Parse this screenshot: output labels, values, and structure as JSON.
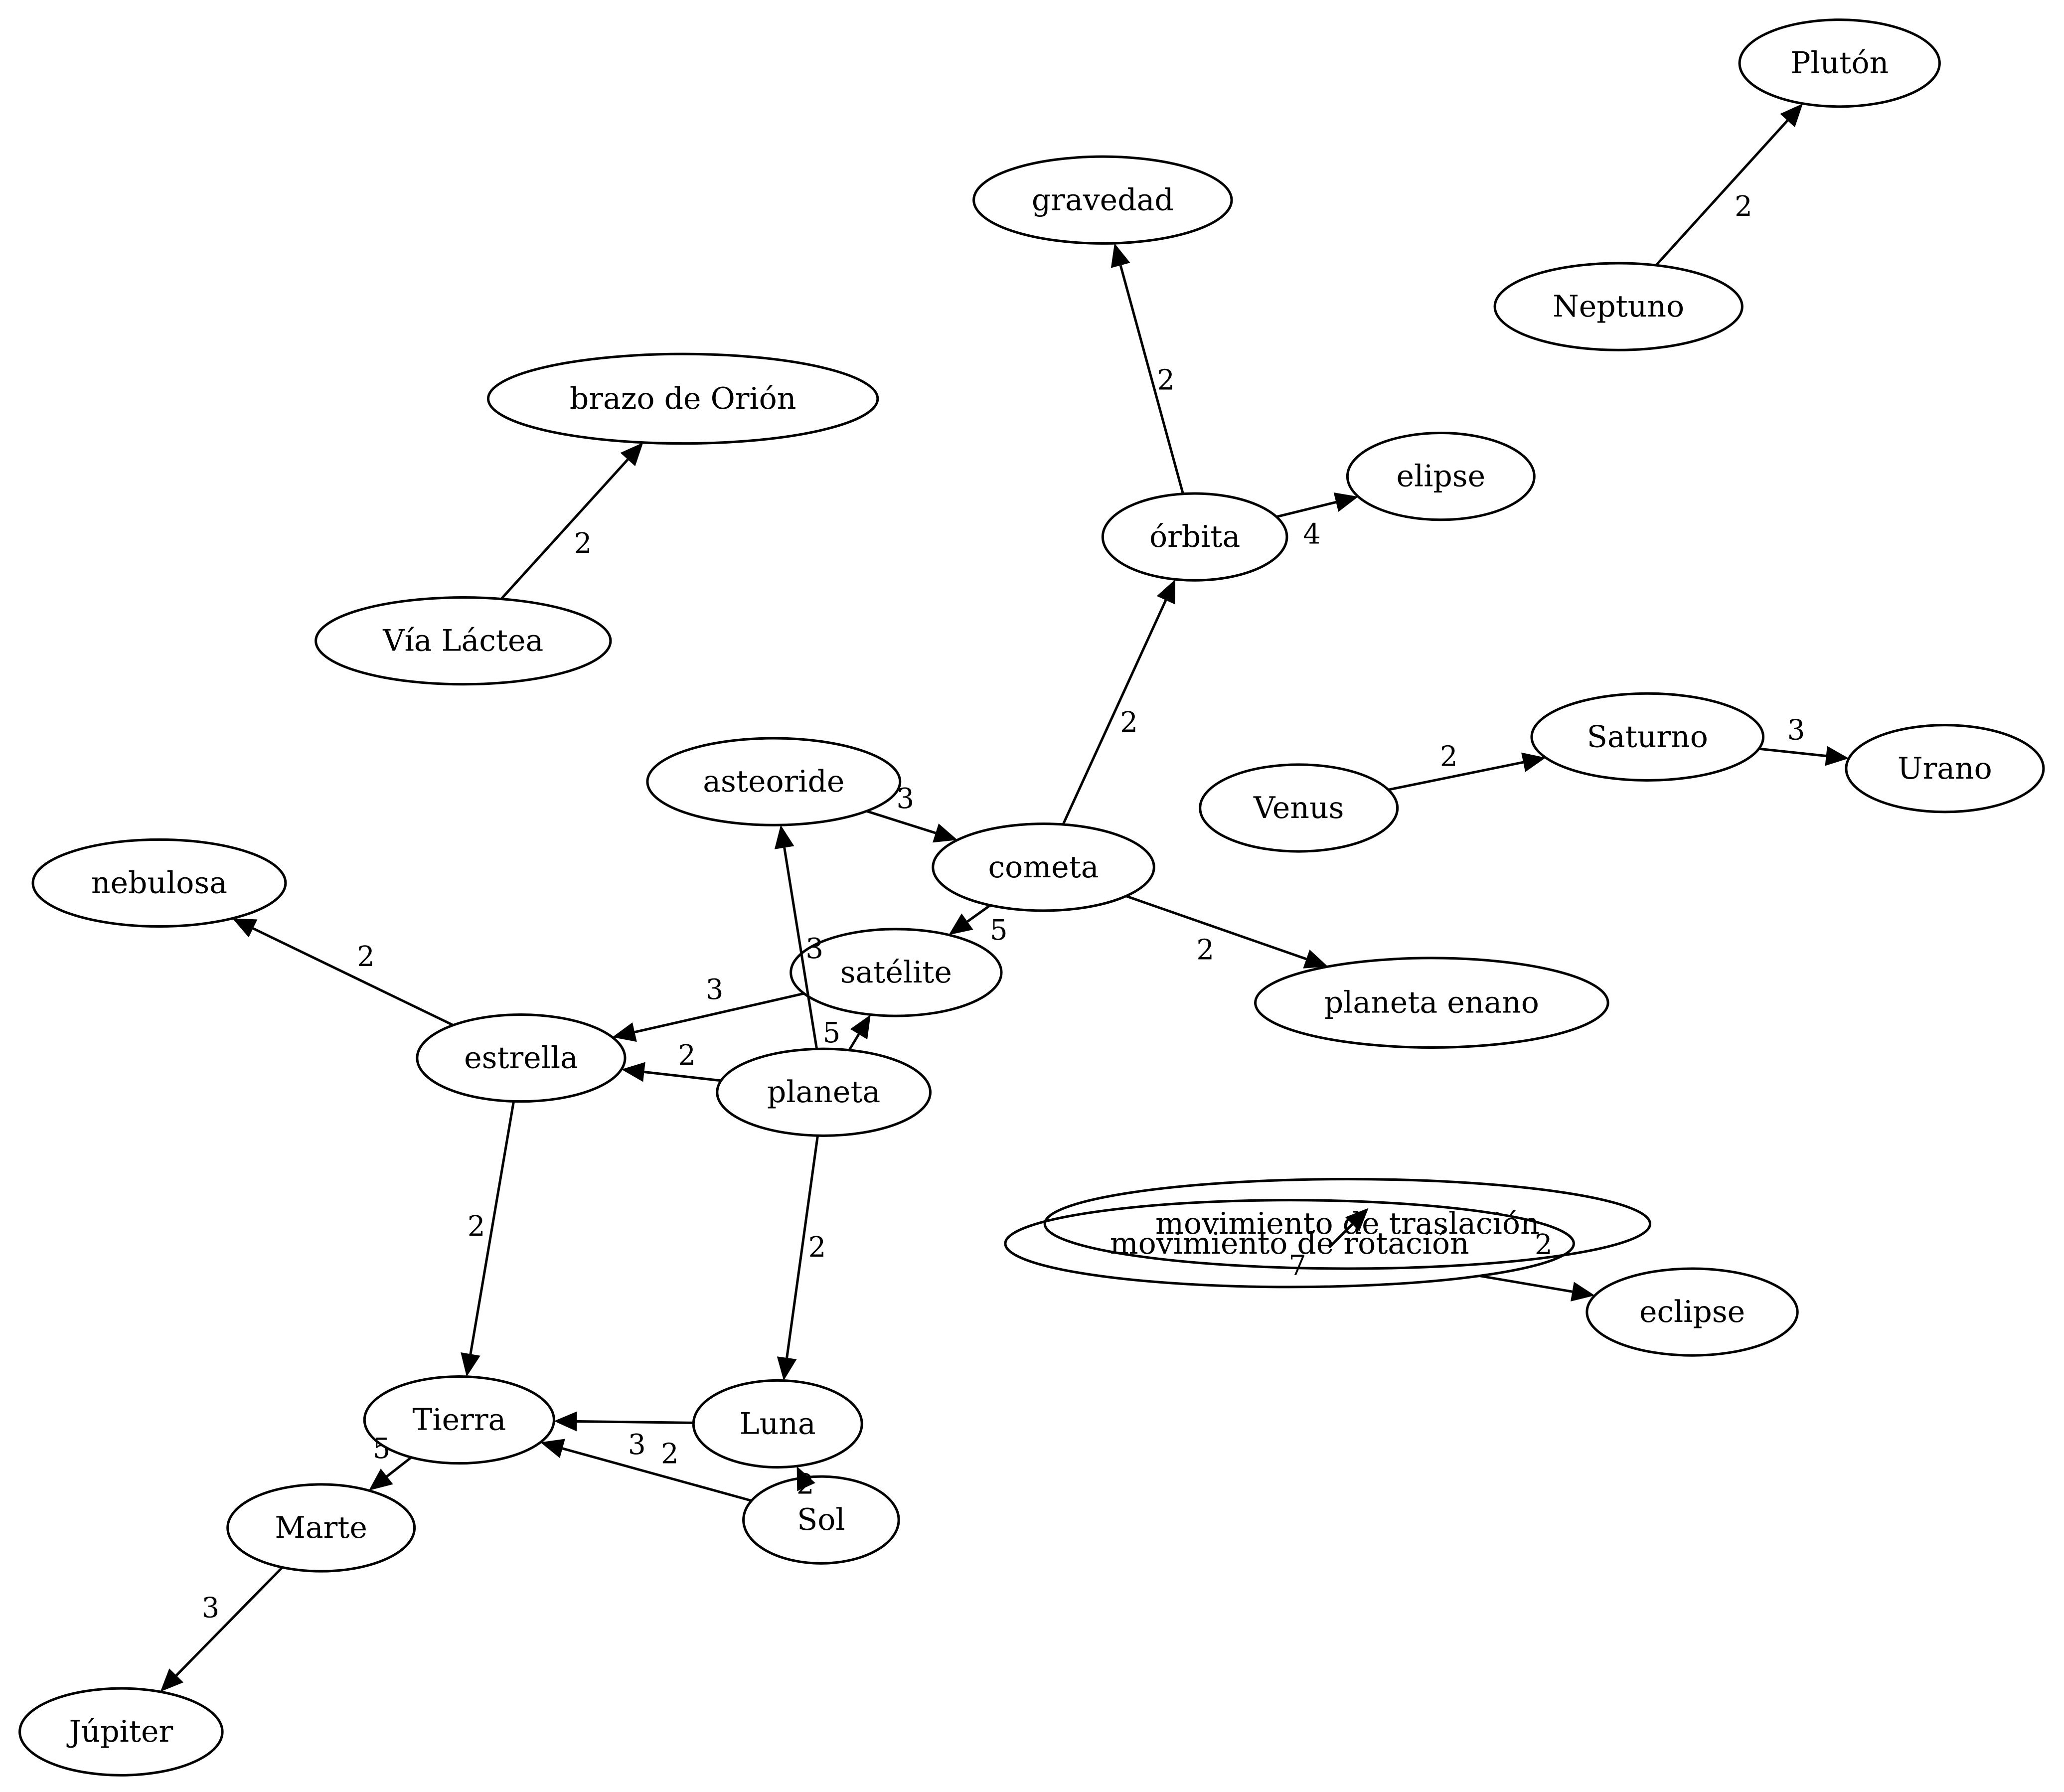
{
  "graph": {
    "nodes": [
      {
        "id": "pluton",
        "label": "Plutón",
        "name": "node-pluton"
      },
      {
        "id": "gravedad",
        "label": "gravedad",
        "name": "node-gravedad"
      },
      {
        "id": "neptuno",
        "label": "Neptuno",
        "name": "node-neptuno"
      },
      {
        "id": "brazo",
        "label": "brazo de Orión",
        "name": "node-brazo-de-orion"
      },
      {
        "id": "elipse",
        "label": "elipse",
        "name": "node-elipse"
      },
      {
        "id": "orbita",
        "label": "órbita",
        "name": "node-orbita"
      },
      {
        "id": "via",
        "label": "Vía Láctea",
        "name": "node-via-lactea"
      },
      {
        "id": "saturno",
        "label": "Saturno",
        "name": "node-saturno"
      },
      {
        "id": "asteoride",
        "label": "asteoride",
        "name": "node-asteoride"
      },
      {
        "id": "urano",
        "label": "Urano",
        "name": "node-urano"
      },
      {
        "id": "venus",
        "label": "Venus",
        "name": "node-venus"
      },
      {
        "id": "nebulosa",
        "label": "nebulosa",
        "name": "node-nebulosa"
      },
      {
        "id": "cometa",
        "label": "cometa",
        "name": "node-cometa"
      },
      {
        "id": "satelite",
        "label": "satélite",
        "name": "node-satelite"
      },
      {
        "id": "planeta_enano",
        "label": "planeta enano",
        "name": "node-planeta-enano"
      },
      {
        "id": "estrella",
        "label": "estrella",
        "name": "node-estrella"
      },
      {
        "id": "planeta",
        "label": "planeta",
        "name": "node-planeta"
      },
      {
        "id": "mov_traslacion",
        "label": "movimiento de traslación",
        "name": "node-movimiento-de-traslacion"
      },
      {
        "id": "mov_rotacion",
        "label": "movimiento de rotación",
        "name": "node-movimiento-de-rotacion"
      },
      {
        "id": "eclipse",
        "label": "eclipse",
        "name": "node-eclipse"
      },
      {
        "id": "tierra",
        "label": "Tierra",
        "name": "node-tierra"
      },
      {
        "id": "luna",
        "label": "Luna",
        "name": "node-luna"
      },
      {
        "id": "marte",
        "label": "Marte",
        "name": "node-marte"
      },
      {
        "id": "sol",
        "label": "Sol",
        "name": "node-sol"
      },
      {
        "id": "jupiter",
        "label": "Júpiter",
        "name": "node-jupiter"
      }
    ],
    "edges": [
      {
        "from": "neptuno",
        "to": "pluton",
        "label": "2"
      },
      {
        "from": "orbita",
        "to": "gravedad",
        "label": "2"
      },
      {
        "from": "via",
        "to": "brazo",
        "label": "2"
      },
      {
        "from": "orbita",
        "to": "elipse",
        "label": "4"
      },
      {
        "from": "cometa",
        "to": "orbita",
        "label": "2"
      },
      {
        "from": "venus",
        "to": "saturno",
        "label": "2"
      },
      {
        "from": "saturno",
        "to": "urano",
        "label": "3"
      },
      {
        "from": "asteoride",
        "to": "cometa",
        "label": "3"
      },
      {
        "from": "cometa",
        "to": "satelite",
        "label": "5"
      },
      {
        "from": "cometa",
        "to": "planeta_enano",
        "label": "2"
      },
      {
        "from": "estrella",
        "to": "nebulosa",
        "label": "2"
      },
      {
        "from": "satelite",
        "to": "estrella",
        "label": "3"
      },
      {
        "from": "planeta",
        "to": "estrella",
        "label": "2"
      },
      {
        "from": "planeta",
        "to": "asteoride",
        "label": "3"
      },
      {
        "from": "planeta",
        "to": "satelite",
        "label": "5"
      },
      {
        "from": "planeta",
        "to": "luna",
        "label": "2"
      },
      {
        "from": "estrella",
        "to": "tierra",
        "label": "2"
      },
      {
        "from": "mov_rotacion",
        "to": "mov_traslacion",
        "label": "7"
      },
      {
        "from": "mov_rotacion",
        "to": "eclipse",
        "label": "2"
      },
      {
        "from": "luna",
        "to": "tierra",
        "label": "3"
      },
      {
        "from": "sol",
        "to": "tierra",
        "label": "2"
      },
      {
        "from": "sol",
        "to": "luna",
        "label": "2"
      },
      {
        "from": "tierra",
        "to": "marte",
        "label": "5"
      },
      {
        "from": "marte",
        "to": "jupiter",
        "label": "3"
      }
    ]
  }
}
